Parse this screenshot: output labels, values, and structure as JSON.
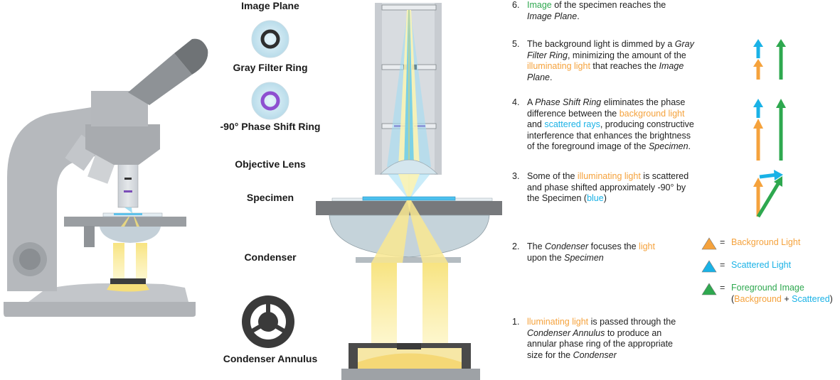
{
  "labels": {
    "image_plane": "Image Plane",
    "gray_filter_ring": "Gray Filter Ring",
    "phase_shift_ring": "-90° Phase Shift Ring",
    "objective_lens": "Objective Lens",
    "specimen": "Specimen",
    "condenser": "Condenser",
    "condenser_annulus": "Condenser Annulus"
  },
  "steps": [
    {
      "num": "6.",
      "parts": [
        {
          "t": "Image",
          "c": "g"
        },
        {
          "t": " of the specimen reaches the ",
          "c": ""
        },
        {
          "t": "\n",
          "c": ""
        },
        {
          "t": "Image Plane",
          "c": "",
          "i": true
        },
        {
          "t": ".",
          "c": ""
        }
      ]
    },
    {
      "num": "5.",
      "parts": [
        {
          "t": "The background light is dimmed by a ",
          "c": ""
        },
        {
          "t": "Gray",
          "c": "",
          "i": true
        },
        {
          "t": "\n",
          "c": ""
        },
        {
          "t": "Filter Ring",
          "c": "",
          "i": true
        },
        {
          "t": ", minimizing the amount of the",
          "c": ""
        },
        {
          "t": "\n",
          "c": ""
        },
        {
          "t": "illuminating light",
          "c": "o"
        },
        {
          "t": " that reaches the ",
          "c": ""
        },
        {
          "t": "Image",
          "c": "",
          "i": true
        },
        {
          "t": "\n",
          "c": ""
        },
        {
          "t": "Plane",
          "c": "",
          "i": true
        },
        {
          "t": ".",
          "c": ""
        }
      ]
    },
    {
      "num": "4.",
      "parts": [
        {
          "t": "A ",
          "c": ""
        },
        {
          "t": "Phase Shift Ring",
          "c": "",
          "i": true
        },
        {
          "t": " eliminates the phase",
          "c": ""
        },
        {
          "t": "\n",
          "c": ""
        },
        {
          "t": "difference between the ",
          "c": ""
        },
        {
          "t": "background light",
          "c": "o"
        },
        {
          "t": "\n",
          "c": ""
        },
        {
          "t": "and ",
          "c": ""
        },
        {
          "t": "scattered rays",
          "c": "b"
        },
        {
          "t": ", producing constructive",
          "c": ""
        },
        {
          "t": "\n",
          "c": ""
        },
        {
          "t": "interference that enhances the brightness",
          "c": ""
        },
        {
          "t": "\n",
          "c": ""
        },
        {
          "t": "of the foreground image of the ",
          "c": ""
        },
        {
          "t": "Specimen",
          "c": "",
          "i": true
        },
        {
          "t": ".",
          "c": ""
        }
      ]
    },
    {
      "num": "3.",
      "parts": [
        {
          "t": "Some of the ",
          "c": ""
        },
        {
          "t": "illuminating light",
          "c": "o"
        },
        {
          "t": " is scattered",
          "c": ""
        },
        {
          "t": "\n",
          "c": ""
        },
        {
          "t": "and phase shifted approximately -90° by",
          "c": ""
        },
        {
          "t": "\n",
          "c": ""
        },
        {
          "t": "the Specimen (",
          "c": ""
        },
        {
          "t": "blue",
          "c": "b"
        },
        {
          "t": ")",
          "c": ""
        }
      ]
    },
    {
      "num": "2.",
      "parts": [
        {
          "t": "The ",
          "c": ""
        },
        {
          "t": "Condenser",
          "c": "",
          "i": true
        },
        {
          "t": " focuses the ",
          "c": ""
        },
        {
          "t": "light",
          "c": "o"
        },
        {
          "t": "\n",
          "c": ""
        },
        {
          "t": "upon the ",
          "c": ""
        },
        {
          "t": "Specimen",
          "c": "",
          "i": true
        }
      ]
    },
    {
      "num": "1.",
      "parts": [
        {
          "t": "lluminating light",
          "c": "o"
        },
        {
          "t": " is passed through the",
          "c": ""
        },
        {
          "t": "\n",
          "c": ""
        },
        {
          "t": "Condenser Annulus",
          "c": "",
          "i": true
        },
        {
          "t": " to produce an",
          "c": ""
        },
        {
          "t": "\n",
          "c": ""
        },
        {
          "t": "annular phase ring of the appropriate",
          "c": ""
        },
        {
          "t": "\n",
          "c": ""
        },
        {
          "t": "size for the ",
          "c": ""
        },
        {
          "t": "Condenser",
          "c": "",
          "i": true
        }
      ]
    }
  ],
  "legend": {
    "eq": "=",
    "background": "Background Light",
    "scattered": "Scattered Light",
    "foreground": "Foreground Image",
    "paren_open": "(",
    "bg_word": "Background",
    "plus": " + ",
    "sc_word": "Scattered",
    "paren_close": ")"
  },
  "colors": {
    "background_light": "#f5a23c",
    "scattered_light": "#1ab2e6",
    "foreground_image": "#2ea84f",
    "microscope_gray": "#b9bcc0",
    "dark": "#3a3a3a"
  },
  "icons": [
    "gray-filter-ring-icon",
    "phase-shift-ring-icon",
    "condenser-annulus-icon",
    "background-light-arrow-icon",
    "scattered-light-arrow-icon",
    "foreground-image-arrow-icon"
  ]
}
